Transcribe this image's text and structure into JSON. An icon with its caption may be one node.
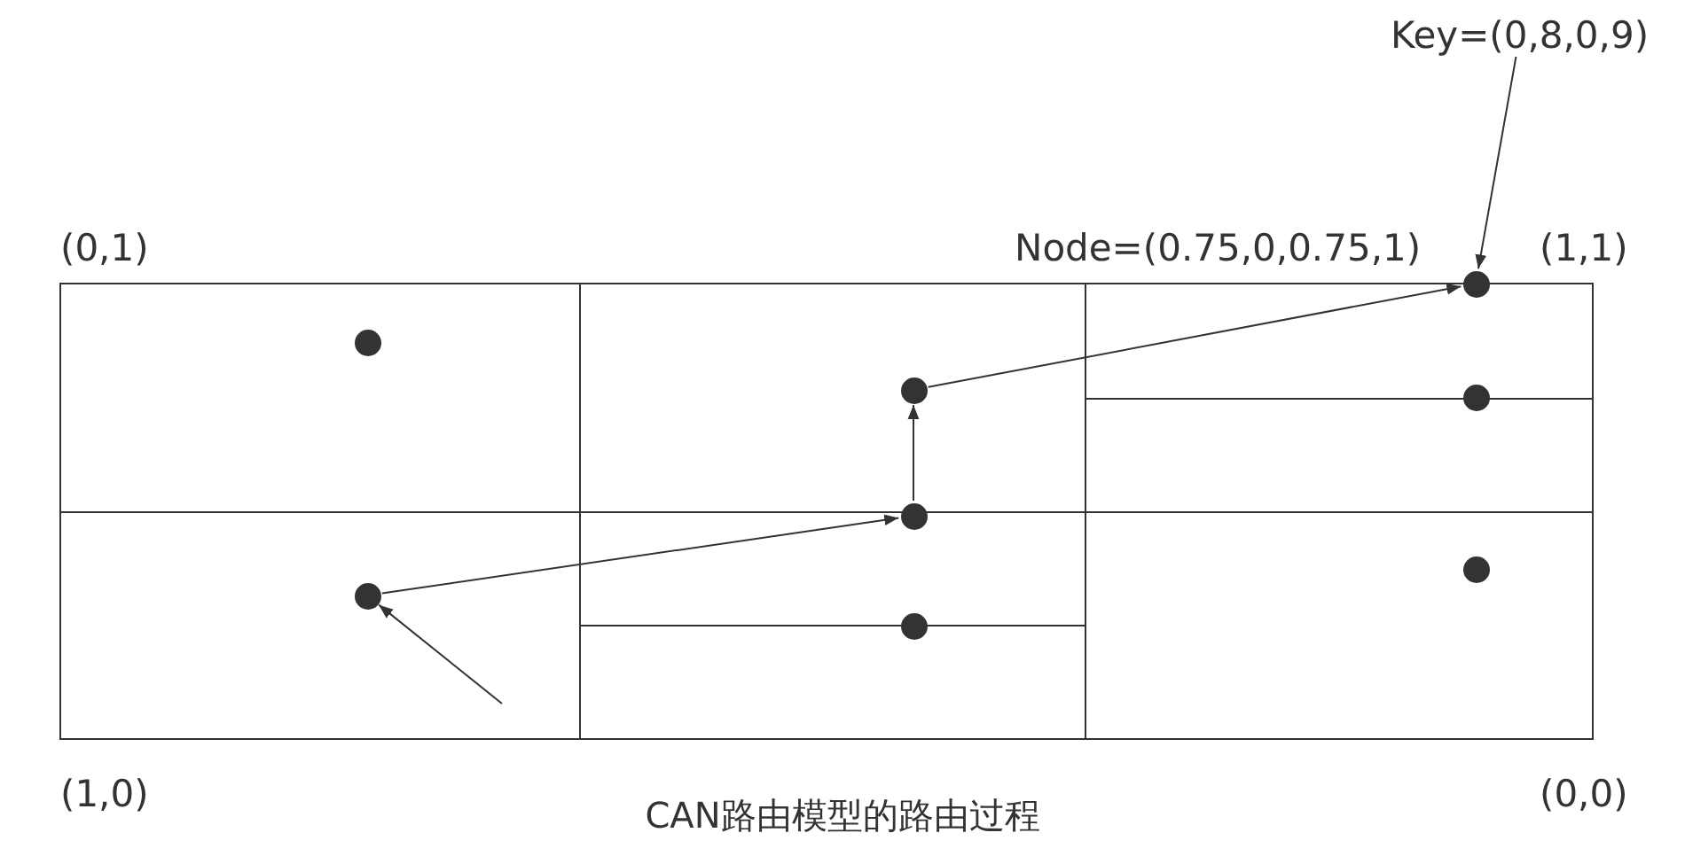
{
  "diagram": {
    "caption": "CAN路由模型的路由过程",
    "nodes": [
      {
        "text": [
          "Key=(0,8,0,9)"
        ]
      },
      {
        "text": [],
        "shape": "circle"
      },
      {
        "text": [],
        "shape": "circle"
      },
      {
        "text": [],
        "shape": "circle"
      },
      {
        "text": [],
        "shape": "circle"
      },
      {
        "text": [],
        "shape": "circle"
      },
      {
        "text": [],
        "shape": "circle",
        "beside": [
          "Node=(0.75,0,0.75,1)"
        ]
      },
      {
        "text": [],
        "shape": "circle"
      },
      {
        "text": [],
        "shape": "circle"
      }
    ],
    "edges": [
      {
        "from": null,
        "to": 2,
        "arrow": "to"
      },
      {
        "from": 2,
        "to": 4,
        "arrow": "to"
      },
      {
        "from": 4,
        "to": 3,
        "arrow": "to"
      },
      {
        "from": 3,
        "to": 6,
        "arrow": "to"
      },
      {
        "from": 0,
        "to": 6,
        "arrow": "to"
      }
    ],
    "labels": [
      "(0,1)",
      "(1,1)",
      "(1,0)",
      "(0,0)"
    ]
  }
}
